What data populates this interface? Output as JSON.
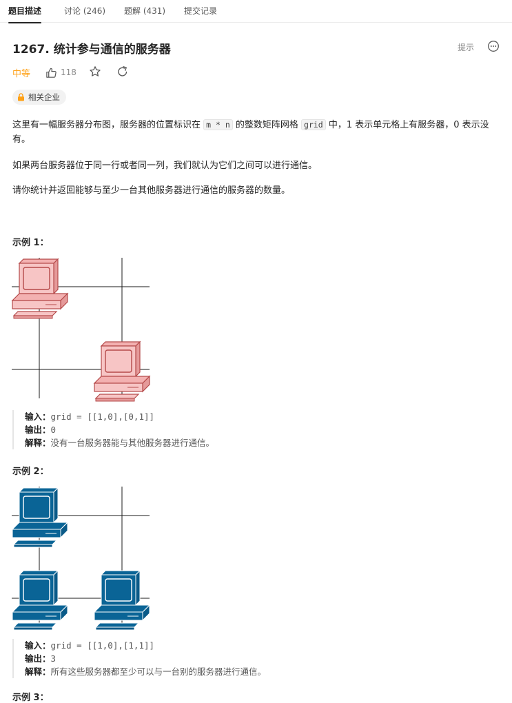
{
  "tabs": [
    {
      "label": "题目描述",
      "active": true
    },
    {
      "label": "讨论 (246)",
      "active": false
    },
    {
      "label": "题解 (431)",
      "active": false
    },
    {
      "label": "提交记录",
      "active": false
    }
  ],
  "problem": {
    "title": "1267. 统计参与通信的服务器",
    "hint_label": "提示",
    "difficulty": "中等",
    "likes": "118",
    "company_tag": "相关企业"
  },
  "description": {
    "p1_a": "这里有一幅服务器分布图，服务器的位置标识在 ",
    "p1_code1": "m * n",
    "p1_b": " 的整数矩阵网格 ",
    "p1_code2": "grid",
    "p1_c": " 中，1 表示单元格上有服务器，0 表示没有。",
    "p2": "如果两台服务器位于同一行或者同一列，我们就认为它们之间可以进行通信。",
    "p3": "请你统计并返回能够与至少一台其他服务器进行通信的服务器的数量。"
  },
  "examples": [
    {
      "title": "示例 1：",
      "input_label": "输入：",
      "input_value": "grid = [[1,0],[0,1]]",
      "output_label": "输出：",
      "output_value": "0",
      "explain_label": "解释：",
      "explain_value": "没有一台服务器能与其他服务器进行通信。"
    },
    {
      "title": "示例 2：",
      "input_label": "输入：",
      "input_value": "grid = [[1,0],[1,1]]",
      "output_label": "输出：",
      "output_value": "3",
      "explain_label": "解释：",
      "explain_value": "所有这些服务器都至少可以与一台别的服务器进行通信。"
    }
  ],
  "next_example_title": "示例 3：",
  "colors": {
    "accent_difficulty": "#ffa116",
    "server_isolated": "#f7c5c5",
    "server_isolated_stroke": "#b54a4a",
    "server_connected": "#0a6496",
    "lock_icon": "#ffa116"
  },
  "icons": {
    "like": "thumbs-up-icon",
    "star": "star-icon",
    "share": "share-icon",
    "more": "more-circle-icon",
    "lock": "lock-icon",
    "server": "computer-server-icon"
  }
}
